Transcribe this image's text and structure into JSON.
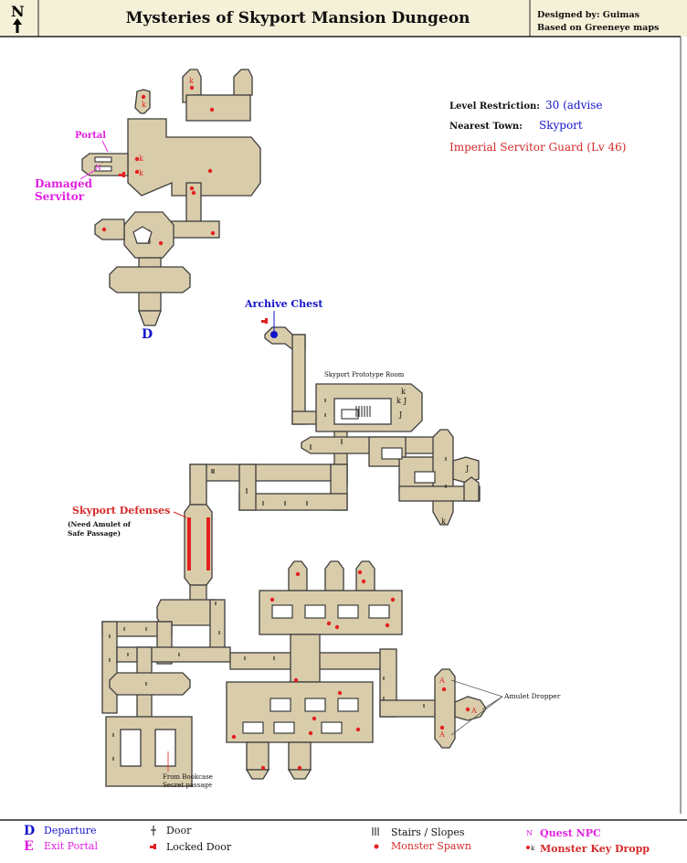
{
  "header": {
    "compass_letter": "N",
    "title": "Mysteries of Skyport Mansion Dungeon",
    "designed_by": "Designed by: Guimas",
    "based_on": "Based on Greeneye maps"
  },
  "info": {
    "level_restriction_label": "Level Restriction:",
    "level_restriction_value": "30 (advise",
    "nearest_town_label": "Nearest Town:",
    "nearest_town_value": "Skyport",
    "boss": "Imperial Servitor Guard (Lv 46)"
  },
  "map_labels": {
    "portal": "Portal",
    "damaged_servitor_1": "Damaged",
    "damaged_servitor_2": "Servitor",
    "departure_marker": "D",
    "archive_chest": "Archive Chest",
    "prototype_room": "Skyport Prototype Room",
    "skyport_defenses": "Skyport Defenses",
    "need_amulet_1": "(Need Amulet of",
    "need_amulet_2": "Safe Passage)",
    "amulet_dropper": "Amulet Dropper",
    "bookcase_1": "From Bookcase",
    "bookcase_2": "Secret passage",
    "npc_n": "N",
    "key_k": "k",
    "amulet_a": "A",
    "jump_j": "J"
  },
  "legend": {
    "departure_symbol": "D",
    "departure": "Departure",
    "exit_symbol": "E",
    "exit_portal": "Exit Portal",
    "door": "Door",
    "locked_door": "Locked Door",
    "stairs": "Stairs / Slopes",
    "monster_spawn": "Monster Spawn",
    "quest_npc_symbol": "N",
    "quest_npc": "Quest NPC",
    "monster_key_symbol": "k",
    "monster_key": "Monster Key Dropp"
  },
  "colors": {
    "floor": "#d9ccaa",
    "wall": "#3d3d3d",
    "spawn": "#e32020",
    "blue": "#1414cc",
    "magenta": "#e020e0",
    "red_text": "#d42a2a",
    "header_bg": "#f5f0d8"
  }
}
